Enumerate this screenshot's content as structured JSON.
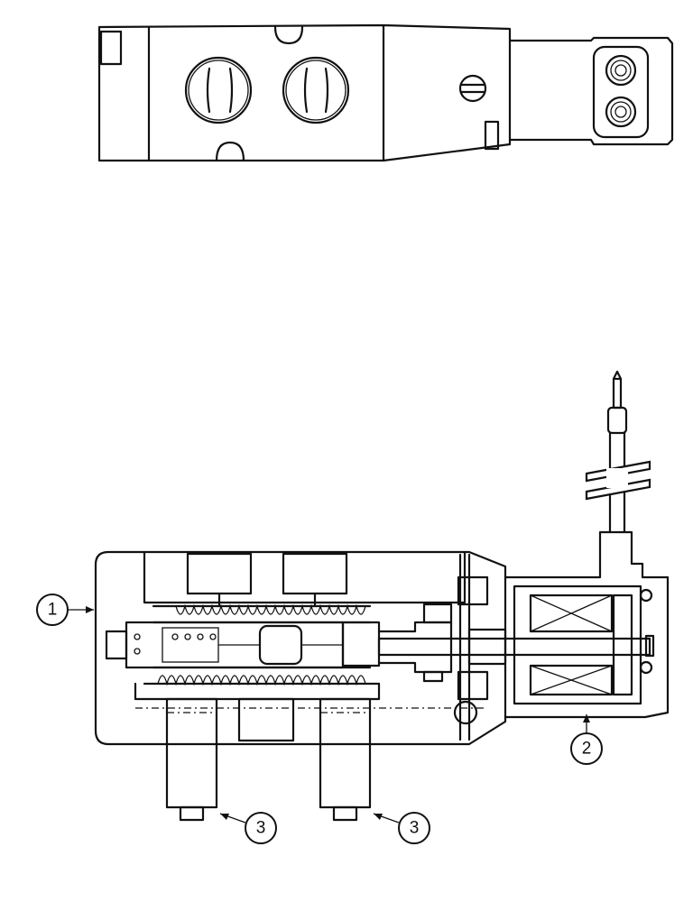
{
  "callouts": [
    {
      "id": "1",
      "label": "1"
    },
    {
      "id": "2",
      "label": "2"
    },
    {
      "id": "3a",
      "label": "3"
    },
    {
      "id": "3b",
      "label": "3"
    }
  ],
  "colors": {
    "line": "#111111",
    "background": "#ffffff"
  }
}
